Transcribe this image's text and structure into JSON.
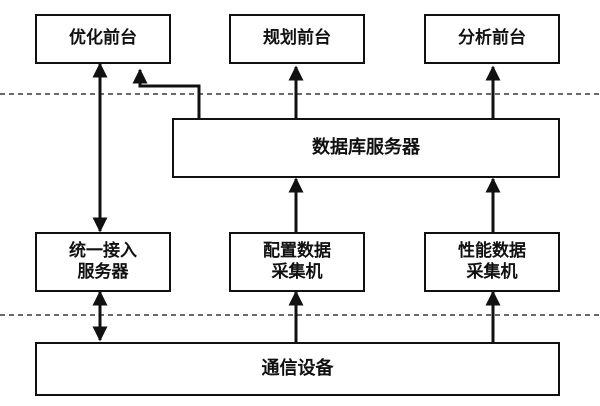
{
  "boxes": {
    "opt_frontend": "优化前台",
    "plan_frontend": "规划前台",
    "analysis_frontend": "分析前台",
    "db_server": "数据库服务器",
    "access_server_line1": "统一接入",
    "access_server_line2": "服务器",
    "config_collector_line1": "配置数据",
    "config_collector_line2": "采集机",
    "perf_collector_line1": "性能数据",
    "perf_collector_line2": "采集机",
    "comm_equipment": "通信设备"
  },
  "colors": {
    "stroke": "#111111",
    "background": "#ffffff"
  }
}
